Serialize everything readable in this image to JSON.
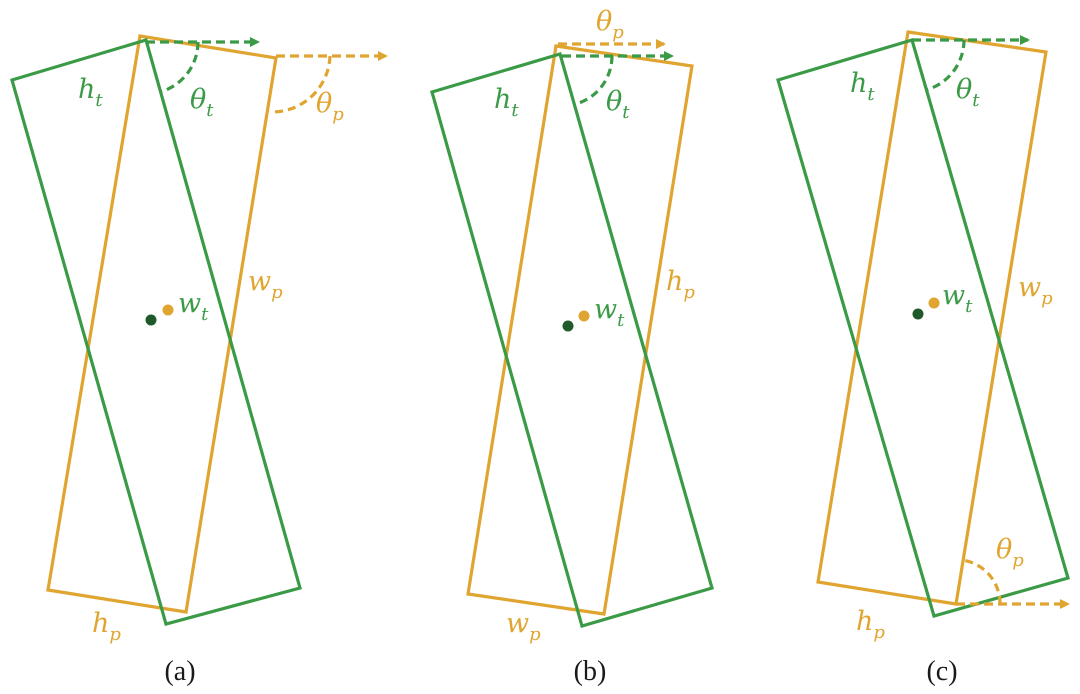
{
  "colors": {
    "ground_truth": "#3a9a46",
    "prediction": "#e0a530",
    "gt_center": "#1e5a2a",
    "caption": "#1a1a1a"
  },
  "panels": [
    {
      "caption": "(a)",
      "labels": {
        "h_t": {
          "base": "h",
          "sub": "t"
        },
        "theta_t": {
          "base": "θ",
          "sub": "t"
        },
        "theta_p": {
          "base": "θ",
          "sub": "p"
        },
        "w_t": {
          "base": "w",
          "sub": "t"
        },
        "side_p": {
          "base": "w",
          "sub": "p"
        },
        "bottom_p": {
          "base": "h",
          "sub": "p"
        }
      }
    },
    {
      "caption": "(b)",
      "labels": {
        "h_t": {
          "base": "h",
          "sub": "t"
        },
        "theta_t": {
          "base": "θ",
          "sub": "t"
        },
        "theta_p": {
          "base": "θ",
          "sub": "p"
        },
        "w_t": {
          "base": "w",
          "sub": "t"
        },
        "side_p": {
          "base": "h",
          "sub": "p"
        },
        "bottom_p": {
          "base": "w",
          "sub": "p"
        }
      }
    },
    {
      "caption": "(c)",
      "labels": {
        "h_t": {
          "base": "h",
          "sub": "t"
        },
        "theta_t": {
          "base": "θ",
          "sub": "t"
        },
        "theta_p": {
          "base": "θ",
          "sub": "p"
        },
        "w_t": {
          "base": "w",
          "sub": "t"
        },
        "side_p": {
          "base": "w",
          "sub": "p"
        },
        "bottom_p": {
          "base": "h",
          "sub": "p"
        }
      }
    }
  ]
}
